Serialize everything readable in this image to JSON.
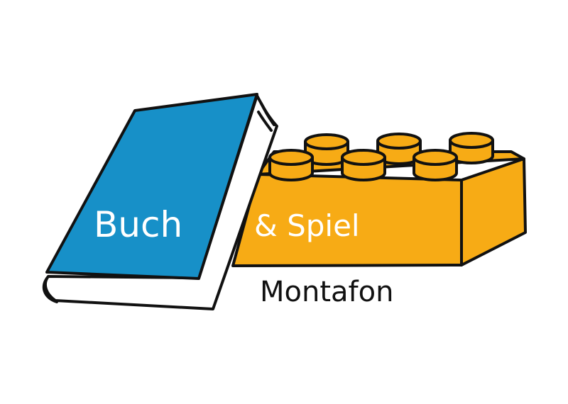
{
  "logo": {
    "word_book": "Buch",
    "word_game": "& Spiel",
    "location": "Montafon"
  },
  "colors": {
    "book_blue": "#1790c8",
    "brick_orange": "#f7ab15",
    "brick_orange_dark": "#e39a0c",
    "outline": "#111111",
    "text_white": "#ffffff",
    "text_dark": "#111111",
    "background": "#ffffff"
  }
}
